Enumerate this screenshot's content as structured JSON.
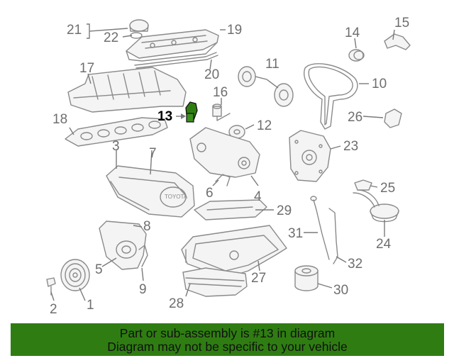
{
  "diagram": {
    "highlighted_part": "13",
    "labels": {
      "l1": "1",
      "l2": "2",
      "l3": "3",
      "l4": "4",
      "l5": "5",
      "l6": "6",
      "l7": "7",
      "l8": "8",
      "l9": "9",
      "l10": "10",
      "l11": "11",
      "l12": "12",
      "l13": "13",
      "l14": "14",
      "l15": "15",
      "l16": "16",
      "l17": "17",
      "l18": "18",
      "l19": "19",
      "l20": "20",
      "l21": "21",
      "l22": "22",
      "l23": "23",
      "l24": "24",
      "l25": "25",
      "l26": "26",
      "l27": "27",
      "l28": "28",
      "l29": "29",
      "l30": "30",
      "l31": "31",
      "l32": "32"
    }
  },
  "banner": {
    "line1": "Part or sub-assembly is #13 in diagram",
    "line2": "Diagram may not be specific to your vehicle"
  },
  "colors": {
    "banner_bg": "#2f7d12",
    "highlight_part": "#2f7d12",
    "line_art": "#8a8a8a"
  }
}
